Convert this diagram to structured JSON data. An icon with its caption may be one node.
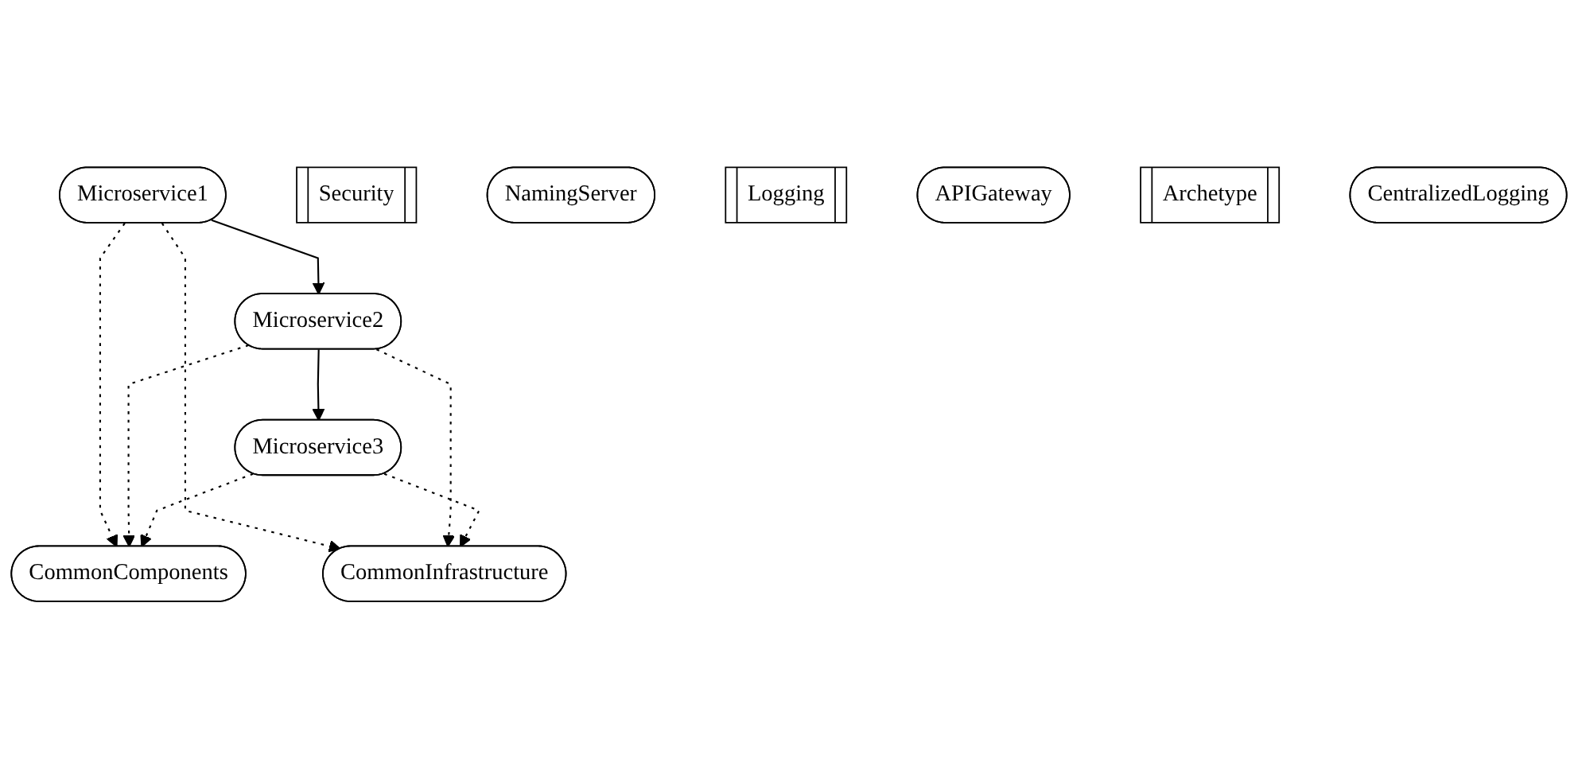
{
  "diagram": {
    "nodes": [
      {
        "text": [
          "Microservice1"
        ]
      },
      {
        "text": [
          "Microservice2"
        ]
      },
      {
        "text": [
          "Microservice3"
        ]
      },
      {
        "text": [
          "CommonComponents"
        ]
      },
      {
        "text": [
          "CommonInfrastructure"
        ]
      },
      {
        "text": [
          "Security"
        ]
      },
      {
        "text": [
          "NamingServer"
        ]
      },
      {
        "text": [
          "Logging"
        ]
      },
      {
        "text": [
          "APIGateway"
        ]
      },
      {
        "text": [
          "Archetype"
        ]
      },
      {
        "text": [
          "CentralizedLogging"
        ]
      }
    ],
    "edges": [
      {
        "from": 0,
        "to": 1,
        "arrow": "to"
      },
      {
        "from": 1,
        "to": 2,
        "arrow": "to"
      },
      {
        "from": 0,
        "to": 3,
        "arrow": "to",
        "style": "dashed"
      },
      {
        "from": 0,
        "to": 4,
        "arrow": "to",
        "style": "dashed"
      },
      {
        "from": 1,
        "to": 3,
        "arrow": "to",
        "style": "dashed"
      },
      {
        "from": 1,
        "to": 4,
        "arrow": "to",
        "style": "dashed"
      },
      {
        "from": 2,
        "to": 3,
        "arrow": "to",
        "style": "dashed"
      },
      {
        "from": 2,
        "to": 4,
        "arrow": "to",
        "style": "dashed"
      }
    ]
  }
}
